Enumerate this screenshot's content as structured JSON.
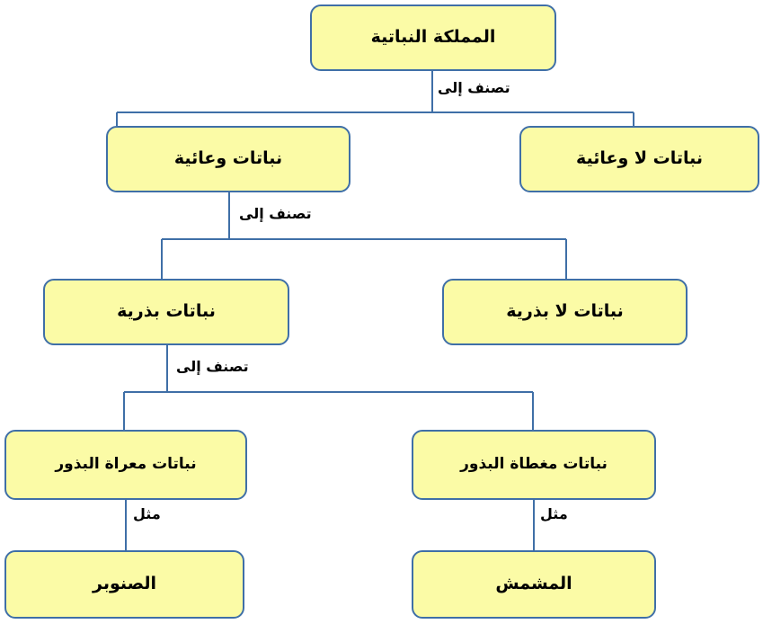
{
  "diagram": {
    "title": "المملكة النباتية",
    "language": "ar",
    "direction": "rtl",
    "colors": {
      "node_fill": "#fbfba6",
      "node_border": "#3f6fa7",
      "connector": "#3f6fa7",
      "text": "#000000",
      "background": "#ffffff"
    },
    "nodes": {
      "kingdom": "المملكة النباتية",
      "vascular": "نباتات وعائية",
      "nonvascular": "نباتات لا وعائية",
      "seed": "نباتات بذرية",
      "nonseed": "نباتات لا بذرية",
      "gymnosperm": "نباتات معراة البذور",
      "angiosperm": "نباتات مغطاة البذور",
      "pine": "الصنوبر",
      "apricot": "المشمش"
    },
    "edge_labels": {
      "classify_1": "تصنف إلى",
      "classify_2": "تصنف إلى",
      "classify_3": "تصنف إلى",
      "example_left": "مثل",
      "example_right": "مثل"
    }
  }
}
